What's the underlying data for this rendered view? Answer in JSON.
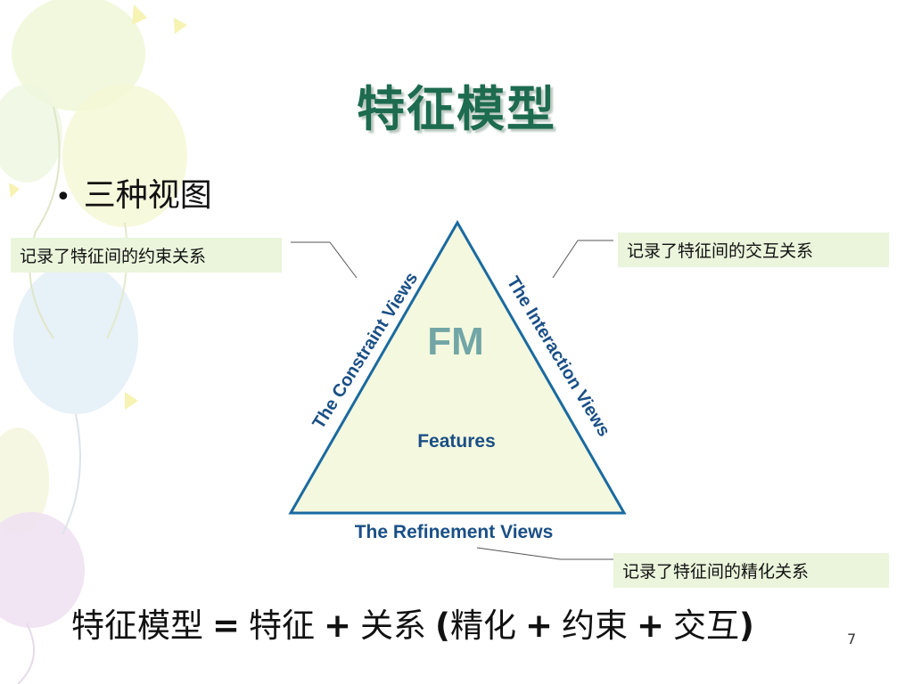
{
  "slide": {
    "title": "特征模型",
    "bullet": "三种视图",
    "page_number": "7"
  },
  "callouts": {
    "left": "记录了特征间的约束关系",
    "right": "记录了特征间的交互关系",
    "bottom": "记录了特征间的精化关系"
  },
  "diagram": {
    "center_label": "FM",
    "inner_label": "Features",
    "left_edge_label": "The Constraint Views",
    "right_edge_label": "The Interaction Views",
    "bottom_edge_label": "The Refinement Views",
    "colors": {
      "fill": "#f4f8de",
      "stroke": "#1a6aa0",
      "text": "#1a4f86",
      "fm": "#72a6a6"
    }
  },
  "equation": {
    "lhs": "特征模型",
    "eq": "=",
    "t1": "特征",
    "plus1": "+",
    "t2": "关系",
    "lparen": "(",
    "t3": "精化",
    "plus2": "+",
    "t4": "约束",
    "plus3": "+",
    "t5": "交互",
    "rparen": ")"
  }
}
